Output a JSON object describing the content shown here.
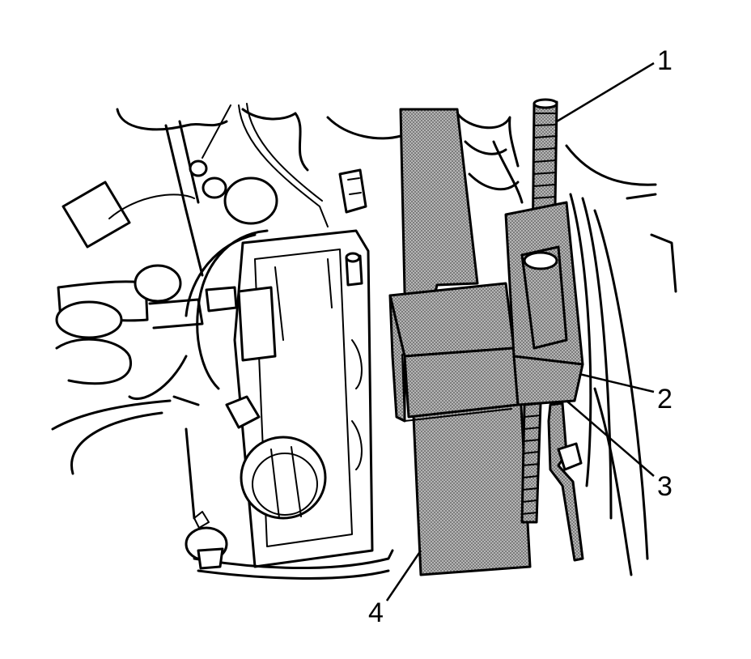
{
  "callouts": [
    {
      "id": "1",
      "label": "1"
    },
    {
      "id": "2",
      "label": "2"
    },
    {
      "id": "3",
      "label": "3"
    },
    {
      "id": "4",
      "label": "4"
    }
  ],
  "colors": {
    "line": "#000000",
    "background": "#ffffff",
    "shading": "#9a9a9a"
  }
}
